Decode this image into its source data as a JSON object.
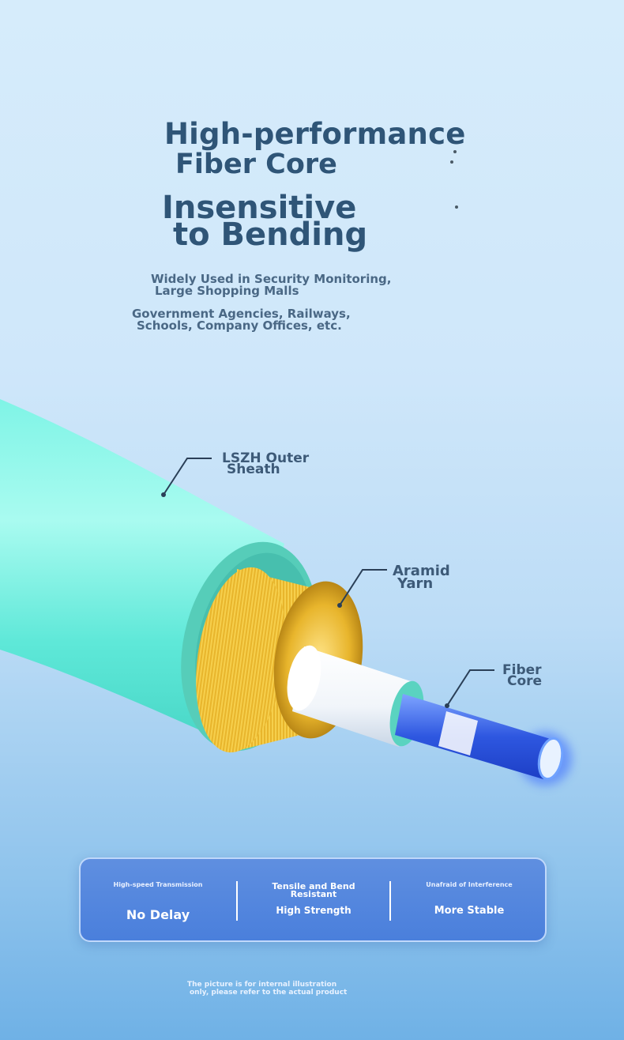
{
  "heading": {
    "line1": "High-performance",
    "line2": "Fiber Core",
    "line3": "Insensitive",
    "line4": "to Bending"
  },
  "usage": {
    "line1": "Widely Used in Security Monitoring,",
    "line2": "Large Shopping Malls",
    "line3": "Government Agencies, Railways,",
    "line4": "Schools, Company Offices, etc."
  },
  "layers": {
    "sheath_line1": "LSZH Outer",
    "sheath_line2": "Sheath",
    "aramid_line1": "Aramid",
    "aramid_line2": "Yarn",
    "fiber_line1": "Fiber",
    "fiber_line2": "Core"
  },
  "features": [
    {
      "caption": "High-speed Transmission",
      "title": "No Delay"
    },
    {
      "caption_line1": "Tensile and Bend",
      "caption_line2": "Resistant",
      "title": "High Strength"
    },
    {
      "caption": "Unafraid of Interference",
      "title": "More Stable"
    }
  ],
  "footnote": {
    "line1": "The picture is for internal illustration",
    "line2": "only, please refer to the actual product"
  },
  "colors": {
    "heading": "#2f5577",
    "sheath": "#5ee8d8",
    "aramid": "#e3b32b",
    "fiber_glow": "#2f5be8",
    "panel": "#4a7fdc"
  }
}
